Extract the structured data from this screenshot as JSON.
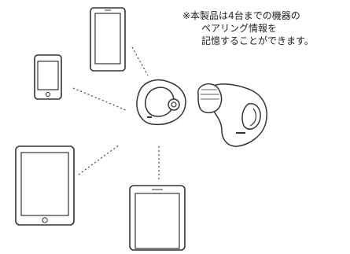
{
  "note": {
    "line1": "※本製品は4台までの機器の",
    "line2": "ペアリング情報を",
    "line3": "記憶することができます。"
  },
  "devices": [
    {
      "name": "tablet-top",
      "type": "tablet"
    },
    {
      "name": "phone-left",
      "type": "smartphone"
    },
    {
      "name": "tablet-bottom-left",
      "type": "tablet"
    },
    {
      "name": "tablet-bottom",
      "type": "tablet"
    }
  ],
  "earbuds": [
    {
      "name": "earbud-left",
      "icon": "earbud-icon"
    },
    {
      "name": "earbud-right",
      "icon": "earbud-icon"
    }
  ],
  "colors": {
    "line": "#333333",
    "background": "#ffffff"
  }
}
